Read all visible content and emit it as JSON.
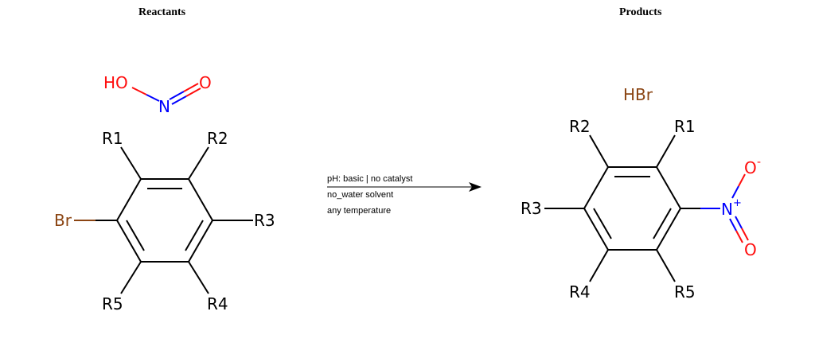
{
  "headings": {
    "reactants": "Reactants",
    "products": "Products"
  },
  "conditions": {
    "line1": "pH: basic | no catalyst",
    "line2": "no_water solvent",
    "line3": "any temperature"
  },
  "reactants": {
    "nitrous_acid": {
      "ho": "HO",
      "n": "N",
      "o": "O"
    },
    "aryl_bromide": {
      "br": "Br",
      "r1": "R1",
      "r2": "R2",
      "r3": "R3",
      "r4": "R4",
      "r5": "R5"
    }
  },
  "products": {
    "hbr": "HBr",
    "nitro_arene": {
      "r1": "R1",
      "r2": "R2",
      "r3": "R3",
      "r4": "R4",
      "r5": "R5",
      "n": "N",
      "n_charge": "+",
      "o_top": "O",
      "o_top_charge": "-",
      "o_bottom": "O"
    }
  },
  "colors": {
    "oxygen": "#ff0d0d",
    "nitrogen": "#0000ff",
    "bromine": "#8b4513",
    "bond": "#000000"
  }
}
